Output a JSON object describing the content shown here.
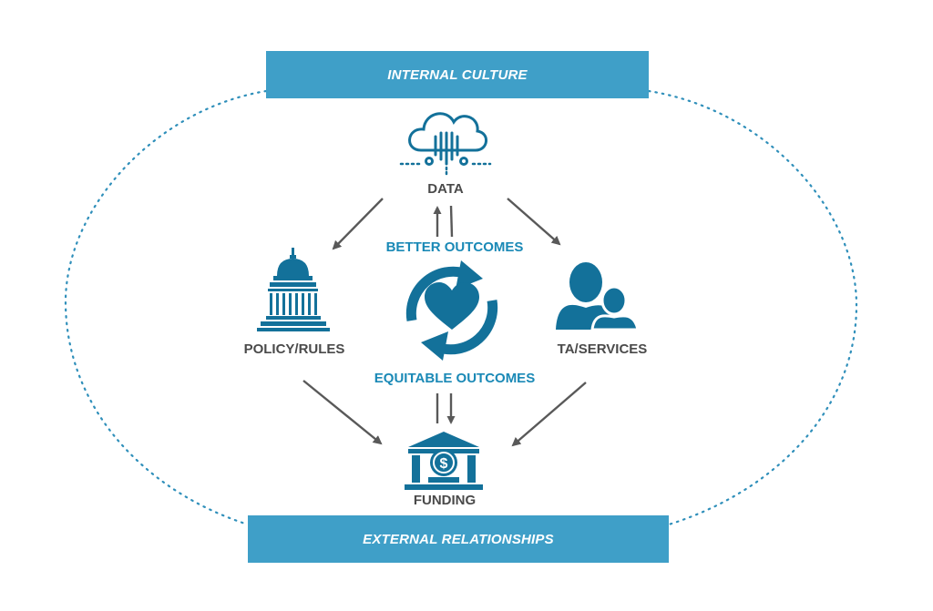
{
  "banners": {
    "top": "INTERNAL CULTURE",
    "bottom": "EXTERNAL RELATIONSHIPS"
  },
  "nodes": {
    "data": "DATA",
    "policy": "POLICY/RULES",
    "services": "TA/SERVICES",
    "funding": "FUNDING"
  },
  "outcomes": {
    "better": "BETTER OUTCOMES",
    "equitable": "EQUITABLE OUTCOMES"
  },
  "colors": {
    "primary_blue": "#3f9fc8",
    "icon_blue": "#13719a",
    "arrow_gray": "#595959",
    "label_gray": "#4a4a4a"
  },
  "icons": [
    "cloud-data-icon",
    "capitol-building-icon",
    "people-icon",
    "bank-dollar-icon",
    "heart-cycle-icon"
  ]
}
